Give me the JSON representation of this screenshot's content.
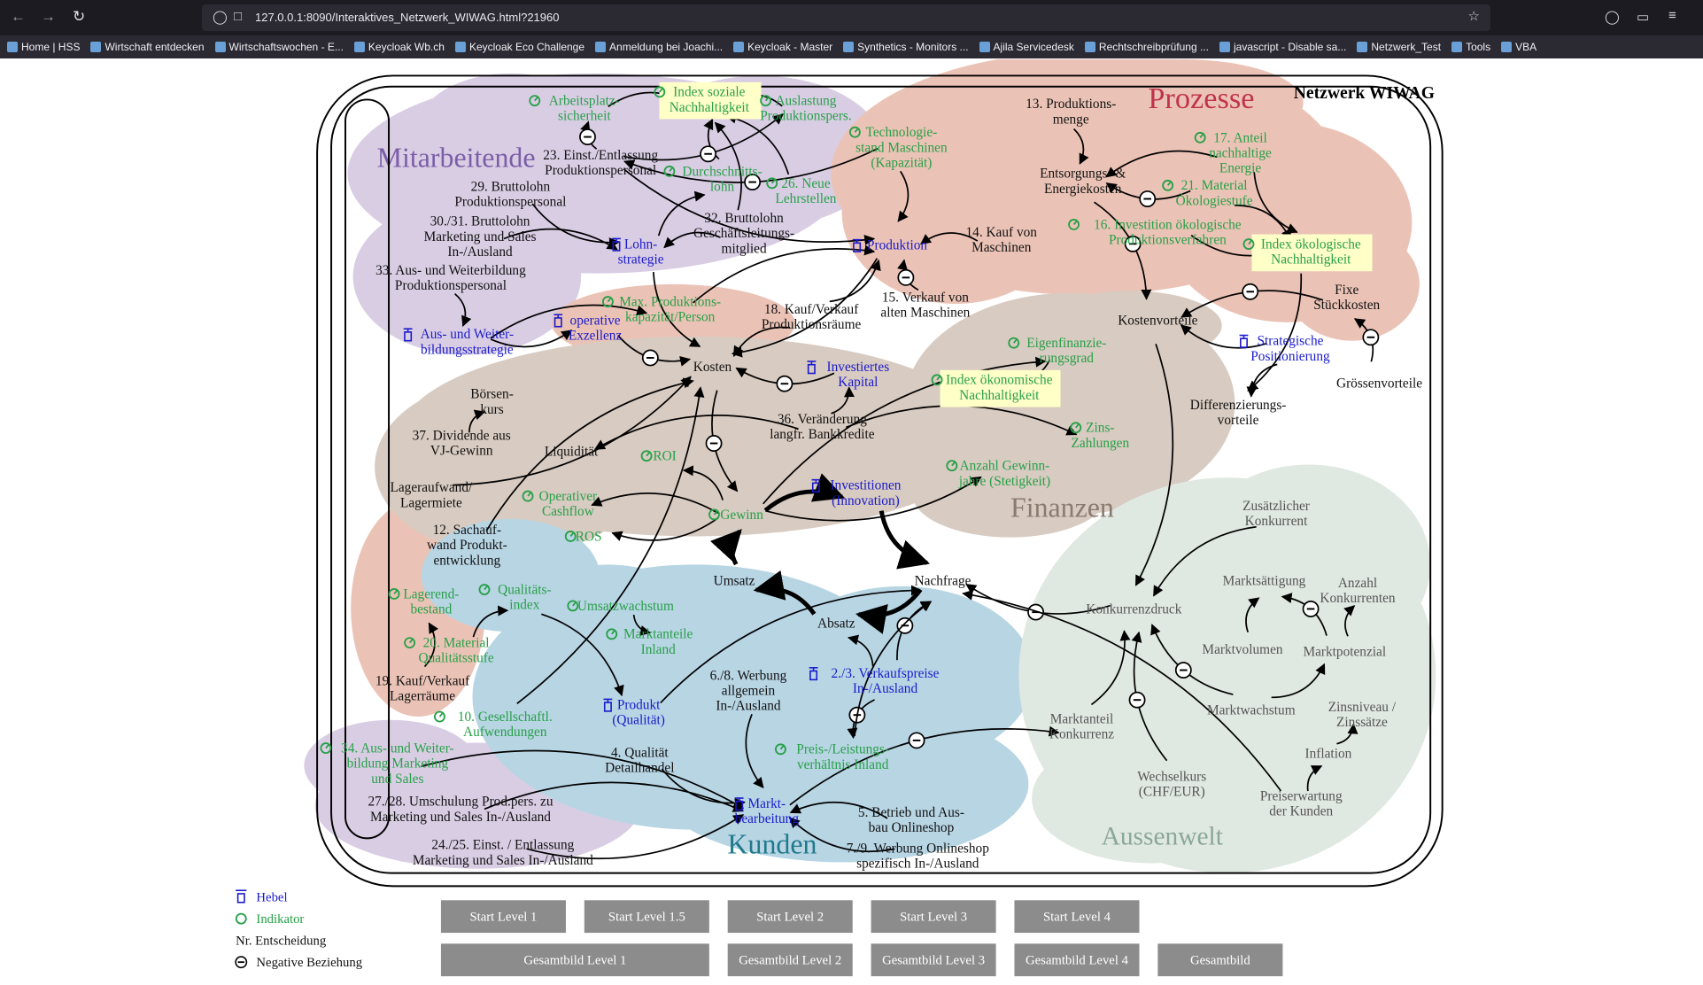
{
  "browser": {
    "url": "127.0.0.1:8090/Interaktives_Netzwerk_WIWAG.html?21960",
    "bookmarks": [
      "Home | HSS",
      "Wirtschaft entdecken",
      "Wirtschaftswochen - E...",
      "Keycloak Wb.ch",
      "Keycloak Eco Challenge",
      "Anmeldung bei Joachi...",
      "Keycloak - Master",
      "Synthetics - Monitors ...",
      "Ajila Servicedesk",
      "Rechtschreibprüfung ...",
      "javascript - Disable sa...",
      "Netzwerk_Test",
      "Tools",
      "VBA"
    ]
  },
  "title": "Netzwerk WIWAG",
  "colors": {
    "hebel": "#1a1acc",
    "indikator": "#27a048",
    "plain": "#111111",
    "extern": "#555555",
    "highlight": "#ffffc8"
  },
  "regions": [
    {
      "label": "Mitarbeitende",
      "color": "#d9cde4",
      "text_color": "#7b5ea7"
    },
    {
      "label": "Prozesse",
      "color": "#ebc3b6",
      "text_color": "#c0344b"
    },
    {
      "label": "Finanzen",
      "color": "#d8cbc1",
      "text_color": "#8a7a6e"
    },
    {
      "label": "Kunden",
      "color": "#b8d5e4",
      "text_color": "#1f7a8c"
    },
    {
      "label": "Aussenwelt",
      "color": "#e0e8e2",
      "text_color": "#8aa896"
    }
  ],
  "nodes": {
    "arbeitsplatz": {
      "lines": [
        "Arbeitsplatz-",
        "sicherheit"
      ],
      "kind": "indikator"
    },
    "index_sozial": {
      "lines": [
        "Index soziale",
        "Nachhaltigkeit"
      ],
      "kind": "indikator",
      "highlight": true
    },
    "auslastung": {
      "lines": [
        "Auslastung",
        "Produktionspers."
      ],
      "kind": "indikator"
    },
    "technologie": {
      "lines": [
        "Technologie-",
        "stand Maschinen",
        "(Kapazität)"
      ],
      "kind": "indikator"
    },
    "d23": {
      "lines": [
        "23. Einst./Entlassung",
        "Produktionspersonal"
      ],
      "kind": "plain"
    },
    "durchschnitt": {
      "lines": [
        "Durchschnitts-",
        "lohn"
      ],
      "kind": "indikator"
    },
    "d26": {
      "lines": [
        "26. Neue",
        "Lehrstellen"
      ],
      "kind": "indikator"
    },
    "d29": {
      "lines": [
        "29. Bruttolohn",
        "Produktionspersonal"
      ],
      "kind": "plain"
    },
    "d30": {
      "lines": [
        "30./31. Bruttolohn",
        "Marketing und Sales",
        "In-/Ausland"
      ],
      "kind": "plain"
    },
    "lohnstrategie": {
      "lines": [
        "Lohn-",
        "strategie"
      ],
      "kind": "hebel"
    },
    "d32": {
      "lines": [
        "32. Bruttolohn",
        "Geschäftsleitungs-",
        "mitglied"
      ],
      "kind": "plain"
    },
    "produktion": {
      "lines": [
        "Produktion"
      ],
      "kind": "hebel"
    },
    "d13": {
      "lines": [
        "13. Produktions-",
        "menge"
      ],
      "kind": "plain"
    },
    "d17": {
      "lines": [
        "17. Anteil",
        "nachhaltige",
        "Energie"
      ],
      "kind": "indikator"
    },
    "entsorgung": {
      "lines": [
        "Entsorgungs- &",
        "Energiekosten"
      ],
      "kind": "plain"
    },
    "d21": {
      "lines": [
        "21. Material",
        "Ökologiestufe"
      ],
      "kind": "indikator"
    },
    "d14": {
      "lines": [
        "14. Kauf von",
        "Maschinen"
      ],
      "kind": "plain"
    },
    "d16": {
      "lines": [
        "16. Investition ökologische",
        "Produktionsverfahren"
      ],
      "kind": "indikator"
    },
    "index_oeko": {
      "lines": [
        "Index ökologische",
        "Nachhaltigkeit"
      ],
      "kind": "indikator",
      "highlight": true
    },
    "d33": {
      "lines": [
        "33. Aus- und Weiterbildung",
        "Produktionspersonal"
      ],
      "kind": "plain"
    },
    "maxprod": {
      "lines": [
        "Max. Produktions-",
        "kapazität/Person"
      ],
      "kind": "indikator"
    },
    "d18": {
      "lines": [
        "18. Kauf/Verkauf",
        "Produktionsräume"
      ],
      "kind": "plain"
    },
    "d15": {
      "lines": [
        "15. Verkauf von",
        "alten Maschinen"
      ],
      "kind": "plain"
    },
    "fixe": {
      "lines": [
        "Fixe",
        "Stückkosten"
      ],
      "kind": "plain"
    },
    "kostenvorteile": {
      "lines": [
        "Kostenvorteile"
      ],
      "kind": "plain"
    },
    "opexz": {
      "lines": [
        "operative",
        "Exzellenz"
      ],
      "kind": "hebel"
    },
    "ausweiter": {
      "lines": [
        "Aus- und Weiter-",
        "bildungsstrategie"
      ],
      "kind": "hebel"
    },
    "eigenfin": {
      "lines": [
        "Eigenfinanzie-",
        "rungsgrad"
      ],
      "kind": "indikator"
    },
    "strat": {
      "lines": [
        "Strategische",
        "Positionierung"
      ],
      "kind": "hebel"
    },
    "kosten": {
      "lines": [
        "Kosten"
      ],
      "kind": "plain"
    },
    "investkap": {
      "lines": [
        "Investiertes",
        "Kapital"
      ],
      "kind": "hebel"
    },
    "index_oekon": {
      "lines": [
        "Index ökonomische",
        "Nachhaltigkeit"
      ],
      "kind": "indikator",
      "highlight": true
    },
    "groessen": {
      "lines": [
        "Grössenvorteile"
      ],
      "kind": "plain"
    },
    "boersen": {
      "lines": [
        "Börsen-",
        "kurs"
      ],
      "kind": "plain"
    },
    "differenz": {
      "lines": [
        "Differenzierungs-",
        "vorteile"
      ],
      "kind": "plain"
    },
    "d36": {
      "lines": [
        "36. Veränderung",
        "langfr. Bankkredite"
      ],
      "kind": "plain"
    },
    "d37": {
      "lines": [
        "37. Dividende aus",
        "VJ-Gewinn"
      ],
      "kind": "plain"
    },
    "liquid": {
      "lines": [
        "Liquidität"
      ],
      "kind": "plain"
    },
    "roi": {
      "lines": [
        "ROI"
      ],
      "kind": "indikator"
    },
    "zins": {
      "lines": [
        "Zins-",
        "Zahlungen"
      ],
      "kind": "indikator"
    },
    "anzgewinn": {
      "lines": [
        "Anzahl Gewinn-",
        "jahre (Stetigkeit)"
      ],
      "kind": "indikator"
    },
    "investitionen": {
      "lines": [
        "Investitionen",
        "(Innovation)"
      ],
      "kind": "hebel"
    },
    "lageraufwand": {
      "lines": [
        "Lageraufwand/",
        "Lagermiete"
      ],
      "kind": "plain"
    },
    "opcash": {
      "lines": [
        "Operativer",
        "Cashflow"
      ],
      "kind": "indikator"
    },
    "gewinn": {
      "lines": [
        "Gewinn"
      ],
      "kind": "indikator"
    },
    "ros": {
      "lines": [
        "ROS"
      ],
      "kind": "indikator"
    },
    "d12": {
      "lines": [
        "12. Sachauf-",
        "wand Produkt-",
        "entwicklung"
      ],
      "kind": "plain"
    },
    "umsatz": {
      "lines": [
        "Umsatz"
      ],
      "kind": "plain"
    },
    "nachfrage": {
      "lines": [
        "Nachfrage"
      ],
      "kind": "plain"
    },
    "konkurrenzdruck": {
      "lines": [
        "Konkurrenzdruck"
      ],
      "kind": "extern"
    },
    "zusaetzl": {
      "lines": [
        "Zusätzlicher",
        "Konkurrent"
      ],
      "kind": "extern"
    },
    "anzkonk": {
      "lines": [
        "Anzahl",
        "Konkurrenten"
      ],
      "kind": "extern"
    },
    "marktsaett": {
      "lines": [
        "Marktsättigung"
      ],
      "kind": "extern"
    },
    "lagerend": {
      "lines": [
        "Lagerend-",
        "bestand"
      ],
      "kind": "indikator"
    },
    "qualind": {
      "lines": [
        "Qualitäts-",
        "index"
      ],
      "kind": "indikator"
    },
    "umsatzw": {
      "lines": [
        "Umsatzwachstum"
      ],
      "kind": "indikator"
    },
    "absatz": {
      "lines": [
        "Absatz"
      ],
      "kind": "plain"
    },
    "marktant_in": {
      "lines": [
        "Marktanteile",
        "Inland"
      ],
      "kind": "indikator"
    },
    "d20": {
      "lines": [
        "20. Material",
        "Qualitätsstufe"
      ],
      "kind": "indikator"
    },
    "marktvol": {
      "lines": [
        "Marktvolumen"
      ],
      "kind": "extern"
    },
    "marktpot": {
      "lines": [
        "Marktpotenzial"
      ],
      "kind": "extern"
    },
    "d19": {
      "lines": [
        "19. Kauf/Verkauf",
        "Lagerräume"
      ],
      "kind": "plain"
    },
    "d68": {
      "lines": [
        "6./8. Werbung",
        "allgemein",
        "In-/Ausland"
      ],
      "kind": "plain"
    },
    "d23vk": {
      "lines": [
        "2./3. Verkaufspreise",
        "In-/Ausland"
      ],
      "kind": "hebel"
    },
    "produkt": {
      "lines": [
        "Produkt",
        "(Qualität)"
      ],
      "kind": "hebel"
    },
    "marktwachs": {
      "lines": [
        "Marktwachstum"
      ],
      "kind": "extern"
    },
    "zinsniveau": {
      "lines": [
        "Zinsniveau /",
        "Zinssätze"
      ],
      "kind": "extern"
    },
    "d10": {
      "lines": [
        "10. Gesellschaftl.",
        "Aufwendungen"
      ],
      "kind": "indikator"
    },
    "marktant_k": {
      "lines": [
        "Marktanteil",
        "Konkurrenz"
      ],
      "kind": "extern"
    },
    "d34": {
      "lines": [
        "34. Aus- und Weiter-",
        "bildung Marketing",
        "und Sales"
      ],
      "kind": "indikator"
    },
    "preisleist": {
      "lines": [
        "Preis-/Leistungs-",
        "verhältnis Inland"
      ],
      "kind": "indikator"
    },
    "d4": {
      "lines": [
        "4. Qualität",
        "Detailhandel"
      ],
      "kind": "plain"
    },
    "inflation": {
      "lines": [
        "Inflation"
      ],
      "kind": "extern"
    },
    "wechselkurs": {
      "lines": [
        "Wechselkurs",
        "(CHF/EUR)"
      ],
      "kind": "extern"
    },
    "preiserw": {
      "lines": [
        "Preiserwartung",
        "der Kunden"
      ],
      "kind": "extern"
    },
    "d2728": {
      "lines": [
        "27./28. Umschulung Prod.pers. zu",
        "Marketing und Sales In-/Ausland"
      ],
      "kind": "plain"
    },
    "marktbearb": {
      "lines": [
        "Markt-",
        "bearbeitung"
      ],
      "kind": "hebel"
    },
    "d5": {
      "lines": [
        "5. Betrieb und Aus-",
        "bau Onlineshop"
      ],
      "kind": "plain"
    },
    "d2425": {
      "lines": [
        "24./25. Einst. / Entlassung",
        "Marketing und Sales In-/Ausland"
      ],
      "kind": "plain"
    },
    "d79": {
      "lines": [
        "7./9. Werbung Onlineshop",
        "spezifisch In-/Ausland"
      ],
      "kind": "plain"
    }
  },
  "edges": [
    [
      "arbeitsplatz",
      "index_sozial",
      0,
      0
    ],
    [
      "auslastung",
      "index_sozial",
      0,
      0
    ],
    [
      "durchschnitt",
      "index_sozial",
      0,
      0
    ],
    [
      "d26",
      "index_sozial",
      0,
      0
    ],
    [
      "d23",
      "arbeitsplatz",
      1,
      0
    ],
    [
      "d23",
      "auslastung",
      1,
      0
    ],
    [
      "technologie",
      "d23",
      1,
      0
    ],
    [
      "d29",
      "lohnstrategie",
      0,
      0
    ],
    [
      "d30",
      "lohnstrategie",
      0,
      0
    ],
    [
      "d32",
      "lohnstrategie",
      0,
      0
    ],
    [
      "lohnstrategie",
      "durchschnitt",
      0,
      0
    ],
    [
      "d32",
      "index_sozial",
      0,
      0
    ],
    [
      "d33",
      "ausweiter",
      0,
      0
    ],
    [
      "ausweiter",
      "opexz",
      0,
      0
    ],
    [
      "ausweiter",
      "maxprod",
      0,
      0
    ],
    [
      "opexz",
      "kosten",
      1,
      0
    ],
    [
      "maxprod",
      "produktion",
      0,
      0
    ],
    [
      "d23",
      "produktion",
      0,
      0
    ],
    [
      "technologie",
      "produktion",
      0,
      0
    ],
    [
      "d14",
      "produktion",
      0,
      0
    ],
    [
      "d15",
      "produktion",
      1,
      0
    ],
    [
      "d18",
      "produktion",
      0,
      0
    ],
    [
      "d13",
      "entsorgung",
      0,
      0
    ],
    [
      "d17",
      "entsorgung",
      0,
      0
    ],
    [
      "d21",
      "entsorgung",
      1,
      0
    ],
    [
      "d17",
      "index_oeko",
      0,
      0
    ],
    [
      "d21",
      "index_oeko",
      0,
      0
    ],
    [
      "d16",
      "index_oeko",
      0,
      0
    ],
    [
      "entsorgung",
      "kostenvorteile",
      1,
      0
    ],
    [
      "fixe",
      "kostenvorteile",
      1,
      0
    ],
    [
      "strat",
      "kostenvorteile",
      0,
      0
    ],
    [
      "strat",
      "differenz",
      0,
      0
    ],
    [
      "index_oeko",
      "differenz",
      0,
      0
    ],
    [
      "groessen",
      "fixe",
      1,
      0
    ],
    [
      "kostenvorteile",
      "konkurrenzdruck",
      0,
      0
    ],
    [
      "lohnstrategie",
      "kosten",
      0,
      0
    ],
    [
      "produktion",
      "kosten",
      0,
      0
    ],
    [
      "d18",
      "kosten",
      0,
      0
    ],
    [
      "investkap",
      "kosten",
      1,
      0
    ],
    [
      "d36",
      "investkap",
      0,
      0
    ],
    [
      "d36",
      "zins",
      0,
      0
    ],
    [
      "d36",
      "liquid",
      0,
      0
    ],
    [
      "d37",
      "boersen",
      0,
      0
    ],
    [
      "kosten",
      "gewinn",
      1,
      0
    ],
    [
      "gewinn",
      "investitionen",
      0,
      1
    ],
    [
      "gewinn",
      "roi",
      0,
      0
    ],
    [
      "gewinn",
      "ros",
      0,
      0
    ],
    [
      "gewinn",
      "opcash",
      0,
      0
    ],
    [
      "gewinn",
      "eigenfin",
      0,
      0
    ],
    [
      "gewinn",
      "anzgewinn",
      0,
      0
    ],
    [
      "eigenfin",
      "index_oekon",
      0,
      0
    ],
    [
      "investitionen",
      "nachfrage",
      0,
      1
    ],
    [
      "nachfrage",
      "absatz",
      0,
      1
    ],
    [
      "absatz",
      "umsatz",
      0,
      1
    ],
    [
      "umsatz",
      "gewinn",
      0,
      1
    ],
    [
      "umsatzw",
      "marktant_in",
      0,
      0
    ],
    [
      "d20",
      "qualind",
      0,
      0
    ],
    [
      "d19",
      "lagerend",
      0,
      0
    ],
    [
      "produkt",
      "nachfrage",
      0,
      0
    ],
    [
      "d4",
      "marktbearb",
      0,
      0
    ],
    [
      "d2728",
      "marktbearb",
      0,
      0
    ],
    [
      "d2425",
      "marktbearb",
      0,
      0
    ],
    [
      "d34",
      "marktbearb",
      0,
      0
    ],
    [
      "d5",
      "marktbearb",
      0,
      0
    ],
    [
      "d79",
      "marktbearb",
      0,
      0
    ],
    [
      "d68",
      "marktbearb",
      0,
      0
    ],
    [
      "marktbearb",
      "marktant_k",
      1,
      0
    ],
    [
      "d23vk",
      "preisleist",
      1,
      0
    ],
    [
      "d23vk",
      "nachfrage",
      1,
      0
    ],
    [
      "d23vk",
      "absatz",
      0,
      0
    ],
    [
      "konkurrenzdruck",
      "nachfrage",
      1,
      0
    ],
    [
      "zusaetzl",
      "konkurrenzdruck",
      0,
      0
    ],
    [
      "marktpot",
      "anzkonk",
      0,
      0
    ],
    [
      "marktpot",
      "marktsaett",
      1,
      0
    ],
    [
      "marktvol",
      "marktsaett",
      0,
      0
    ],
    [
      "marktwachs",
      "marktpot",
      0,
      0
    ],
    [
      "marktwachs",
      "konkurrenzdruck",
      1,
      0
    ],
    [
      "marktant_k",
      "konkurrenzdruck",
      0,
      0
    ],
    [
      "wechselkurs",
      "konkurrenzdruck",
      1,
      0
    ],
    [
      "inflation",
      "zinsniveau",
      0,
      0
    ],
    [
      "preiserw",
      "inflation",
      0,
      0
    ],
    [
      "preiserw",
      "nachfrage",
      0,
      0
    ],
    [
      "qualind",
      "produkt",
      0,
      0
    ],
    [
      "d10",
      "kosten",
      0,
      0
    ],
    [
      "d12",
      "kosten",
      0,
      0
    ],
    [
      "lageraufwand",
      "kosten",
      0,
      0
    ],
    [
      "preisleist",
      "nachfrage",
      0,
      0
    ]
  ],
  "legend": {
    "hebel": "Hebel",
    "indikator": "Indikator",
    "entscheidung": "Nr. Entscheidung",
    "negativ": "Negative Beziehung"
  },
  "buttons": {
    "start": [
      "Start Level 1",
      "Start Level 1.5",
      "Start Level 2",
      "Start Level 3",
      "Start Level 4"
    ],
    "gesamt": [
      "Gesamtbild Level 1",
      "Gesamtbild Level 2",
      "Gesamtbild Level 3",
      "Gesamtbild Level 4",
      "Gesamtbild"
    ]
  }
}
